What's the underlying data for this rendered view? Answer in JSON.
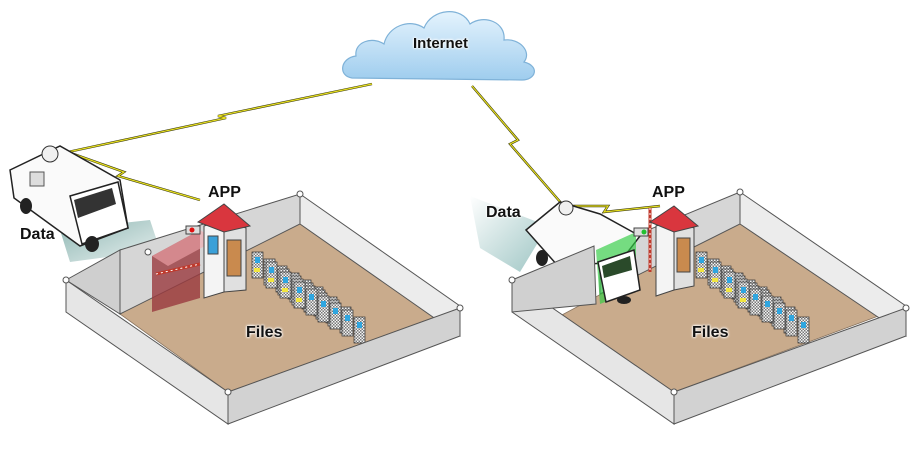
{
  "diagram": {
    "cloud": {
      "label": "Internet"
    },
    "scenes": [
      {
        "id": "left",
        "vehicle_label": "Data",
        "gate_label": "APP",
        "room_label": "Files",
        "access": "denied",
        "access_color": "#c0392b"
      },
      {
        "id": "right",
        "vehicle_label": "Data",
        "gate_label": "APP",
        "room_label": "Files",
        "access": "granted",
        "access_color": "#2ecc40"
      }
    ],
    "colors": {
      "cloud_fill": "#bfe0f7",
      "link_color": "#e8e020",
      "floor": "#c9ab8c",
      "wall": "#e6e6e6",
      "roof": "#d9363e",
      "door": "#c98a4e"
    }
  }
}
